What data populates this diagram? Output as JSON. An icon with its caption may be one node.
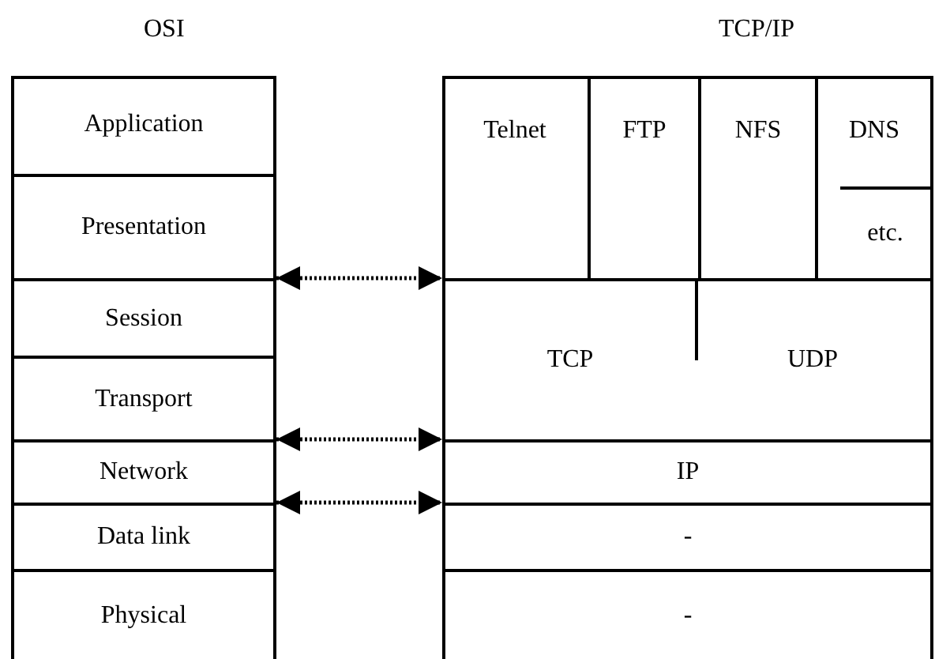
{
  "diagram": {
    "nodes": [
      {
        "text": [
          "OSI"
        ]
      },
      {
        "text": [
          "Application"
        ],
        "in": 0
      },
      {
        "text": [
          "Presentation"
        ],
        "in": 0
      },
      {
        "text": [
          "Session"
        ],
        "in": 0
      },
      {
        "text": [
          "Transport"
        ],
        "in": 0
      },
      {
        "text": [
          "Network"
        ],
        "in": 0
      },
      {
        "text": [
          "Data link"
        ],
        "in": 0
      },
      {
        "text": [
          "Physical"
        ],
        "in": 0
      },
      {
        "text": [
          "TCP/IP"
        ]
      },
      {
        "text": [
          "Telnet"
        ],
        "in": 8
      },
      {
        "text": [
          "FTP"
        ],
        "in": 8
      },
      {
        "text": [
          "NFS"
        ],
        "in": 8
      },
      {
        "text": [
          "DNS"
        ],
        "in": 8
      },
      {
        "text": [
          "etc."
        ],
        "in": 8
      },
      {
        "text": [
          "TCP"
        ],
        "in": 8
      },
      {
        "text": [
          "UDP"
        ],
        "in": 8
      },
      {
        "text": [
          "IP"
        ],
        "in": 8
      },
      {
        "text": [
          "-"
        ],
        "in": 8
      },
      {
        "text": [
          "-"
        ],
        "in": 8
      }
    ],
    "edges": [
      {
        "from": 0,
        "to": 8,
        "arrow": "both",
        "style": "dashed"
      },
      {
        "from": 0,
        "to": 8,
        "arrow": "both",
        "style": "dashed"
      },
      {
        "from": 0,
        "to": 8,
        "arrow": "both",
        "style": "dashed"
      }
    ]
  }
}
